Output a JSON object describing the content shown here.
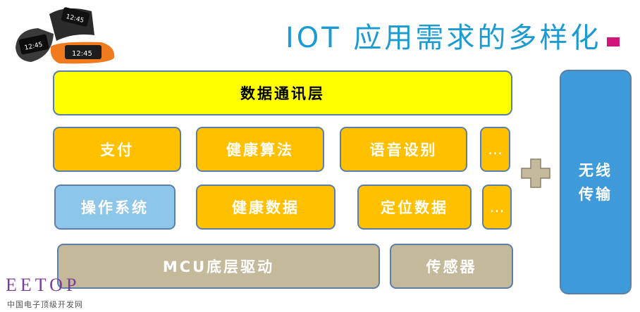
{
  "title": "IOT 应用需求的多样化",
  "layers": {
    "data_comm": "数据通讯层",
    "row1": [
      "支付",
      "健康算法",
      "语音设别",
      "…"
    ],
    "row2": [
      "操作系统",
      "健康数据",
      "定位数据",
      "…"
    ],
    "mcu": "MCU底层驱动",
    "sensor": "传感器",
    "wireless_line1": "无线",
    "wireless_line2": "传输"
  },
  "device_screens": [
    "12:45",
    "12:45",
    "12:45"
  ],
  "logo": {
    "name": "EETOP",
    "tagline": "中国电子顶级开发网"
  },
  "colors": {
    "title": "#1b9bd1",
    "data_layer": "#ffff00",
    "app": "#ffc000",
    "os": "#8dc6e8",
    "hardware": "#c4b99a",
    "wireless": "#3e9ad8",
    "plus": "#c4b99a",
    "accent": "#d1157a"
  }
}
